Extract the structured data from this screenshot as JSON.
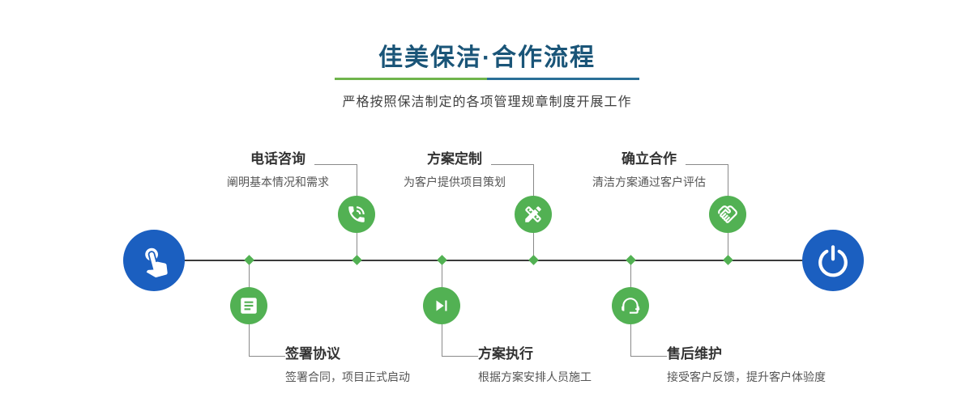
{
  "header": {
    "title": "佳美保洁·合作流程",
    "subtitle": "严格按照保洁制定的各项管理规章制度开展工作"
  },
  "timeline": {
    "start_icon": "pointing-hand-icon",
    "end_icon": "power-icon"
  },
  "steps_top": [
    {
      "title": "电话咨询",
      "desc": "阐明基本情况和需求",
      "icon": "phone-icon"
    },
    {
      "title": "方案定制",
      "desc": "为客户提供项目策划",
      "icon": "design-tools-icon"
    },
    {
      "title": "确立合作",
      "desc": "清洁方案通过客户评估",
      "icon": "handshake-icon"
    }
  ],
  "steps_bottom": [
    {
      "title": "签署协议",
      "desc": "签署合同，项目正式启动",
      "icon": "contract-icon"
    },
    {
      "title": "方案执行",
      "desc": "根据方案安排人员施工",
      "icon": "play-next-icon"
    },
    {
      "title": "售后维护",
      "desc": "接受客户反馈，提升客户体验度",
      "icon": "headset-plus-icon"
    }
  ],
  "colors": {
    "node_green": "#52b153",
    "endcap_blue": "#1b5fc0",
    "title_blue": "#1a5578",
    "underline_green": "#6fb44c",
    "underline_blue": "#2a6f97",
    "line_dark": "#3b3b3b"
  }
}
